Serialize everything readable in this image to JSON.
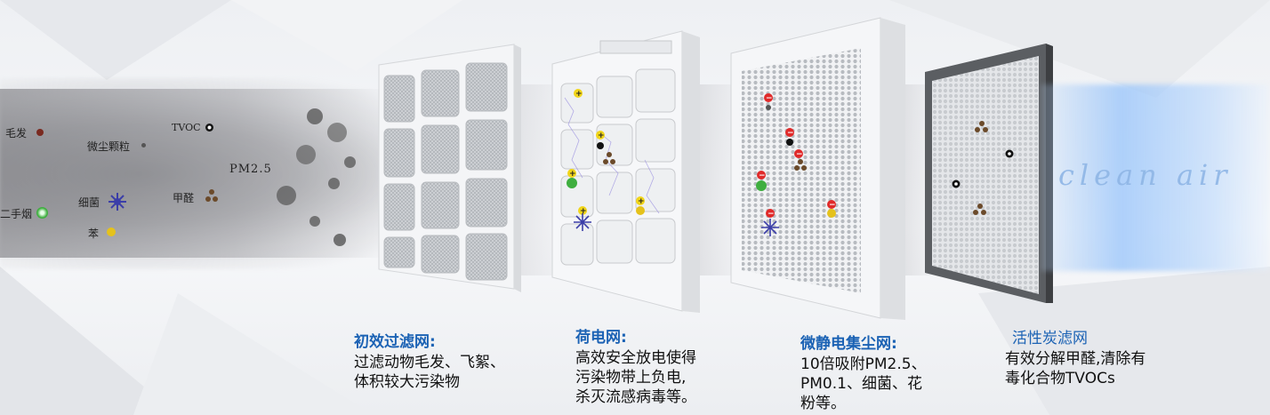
{
  "pollutants": {
    "hair": "毛发",
    "dust": "微尘颗粒",
    "tvoc": "TVOC",
    "pm25": "PM2.5",
    "smoke": "二手烟",
    "bacteria": "细菌",
    "formaldehyde": "甲醛",
    "benzene": "苯"
  },
  "clean_air": "clean air",
  "filters": [
    {
      "title": "初效过滤网:",
      "lines": [
        "过滤动物毛发、飞絮、",
        "体积较大污染物"
      ]
    },
    {
      "title": "荷电网:",
      "lines": [
        "高效安全放电使得",
        "污染物带上负电,",
        "杀灭流感病毒等。"
      ]
    },
    {
      "title": "微静电集尘网:",
      "lines": [
        "10倍吸附PM2.5、",
        "PM0.1、细菌、花",
        "粉等。"
      ]
    },
    {
      "title": "活性炭滤网",
      "lines": [
        "有效分解甲醛,清除有",
        "毒化合物TVOCs"
      ]
    }
  ],
  "colors": {
    "title_blue": "#1b62b4",
    "clean_air_blue": "#8fb6e6"
  }
}
